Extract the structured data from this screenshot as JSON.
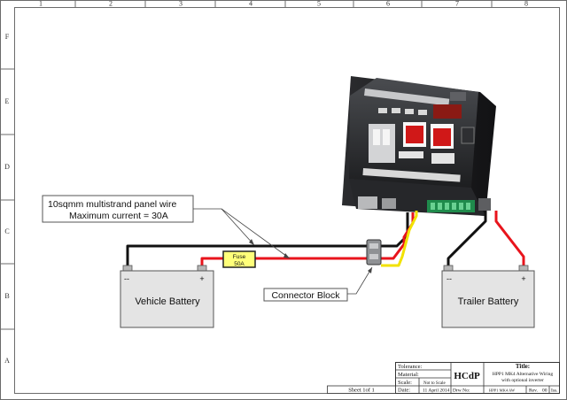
{
  "frame": {
    "columns": [
      "1",
      "2",
      "3",
      "4",
      "5",
      "6",
      "7",
      "8"
    ],
    "rows": [
      "F",
      "E",
      "D",
      "C",
      "B",
      "A"
    ]
  },
  "labels": {
    "wire_note_line1": "10sqmm multistrand panel wire",
    "wire_note_line2": "Maximum current = 30A",
    "vehicle_battery": "Vehicle Battery",
    "trailer_battery": "Trailer Battery",
    "connector_block": "Connector Block",
    "fuse_line1": "Fuse",
    "fuse_line2": "50A",
    "terminal_neg": "--",
    "terminal_pos": "+"
  },
  "title_block": {
    "tolerance_label": "Tolerance:",
    "material_label": "Material:",
    "scale_label": "Scale:",
    "scale_value": "Not to Scale",
    "date_label": "Date:",
    "date_value": "11 April 2014",
    "company": "HCdP",
    "title_label": "Title:",
    "title_line1": "HPP1 MK4 Alternative Wiring",
    "title_line2": "with optional inverter",
    "drw_label": "Drw No:",
    "drw_value": "HPP1 MK4 AW",
    "rev_label": "Rev.",
    "rev_value": "00",
    "iss_label": "Iss.",
    "sheet": "Sheet 1of 1"
  },
  "colors": {
    "positive_wire": "#e8141c",
    "negative_wire": "#111111",
    "signal_wire": "#f2e200",
    "battery_fill": "#e4e4e4",
    "fuse_fill": "#ffff7a",
    "frame": "#6b6b6b"
  }
}
